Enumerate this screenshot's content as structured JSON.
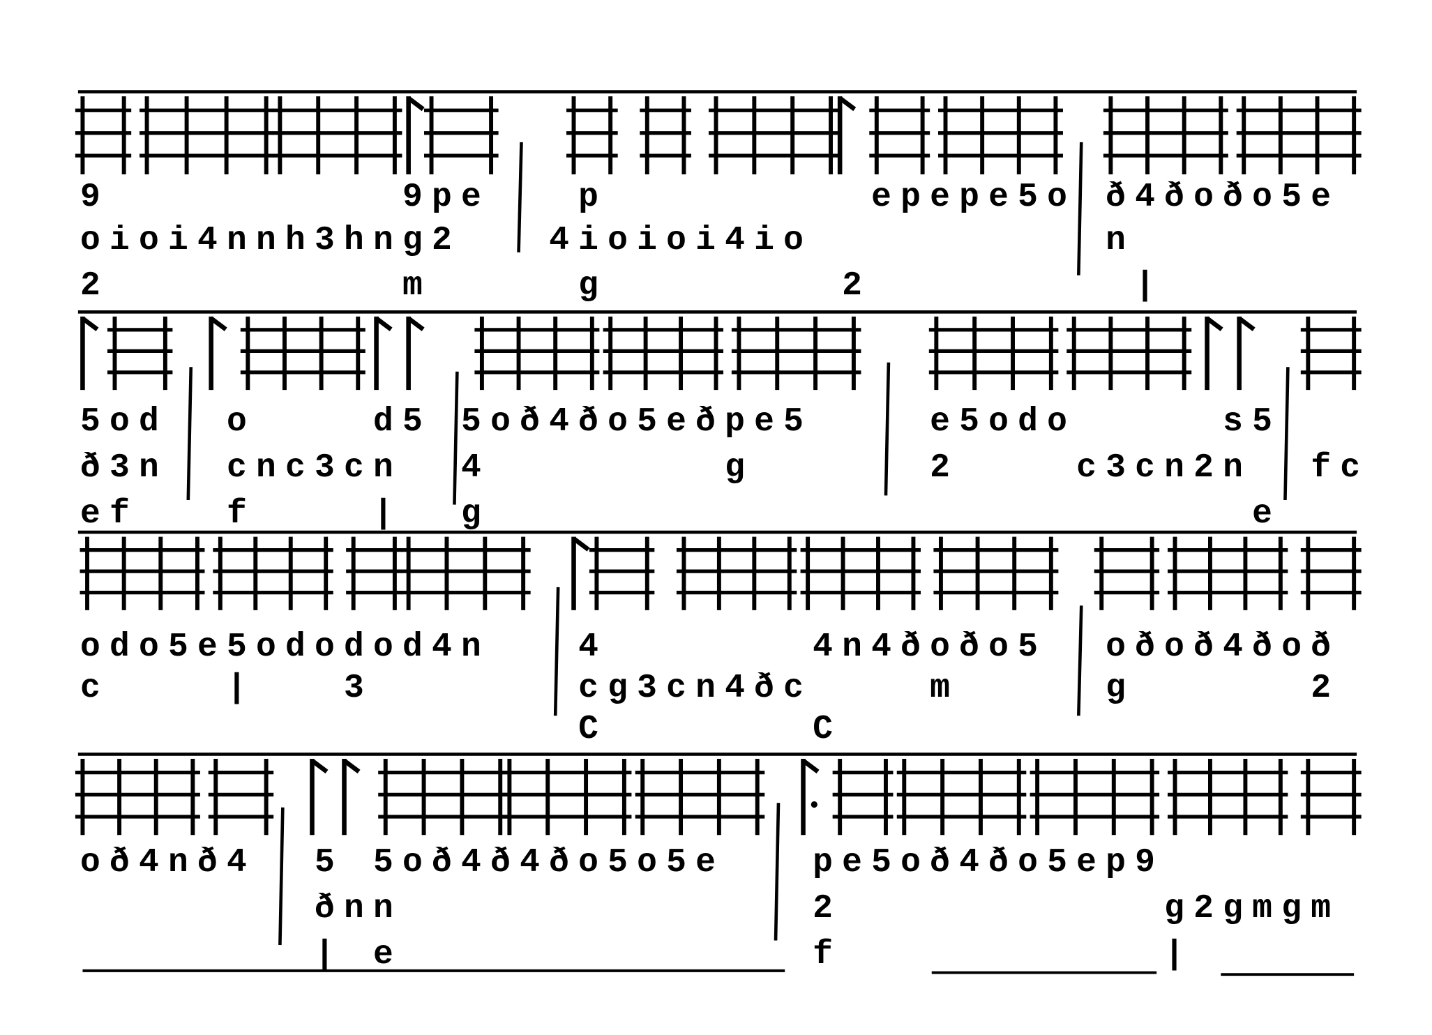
{
  "document": {
    "type": "German lute tablature",
    "systems": [
      {
        "rows": [
          "9          9pe   p         epepe5o ð4ðoðo5e",
          "oioi4nnh3hng2   4ioioi4io          n",
          "2          m     g        2         |"
        ]
      },
      {
        "rows": [
          "5od  o    d5 5oð4ðo5eðpe5    e5odo     s5",
          "ð3n  cnc3cn  4        g      2    c3cn2n  fc",
          "ef   f    |  g                          e"
        ]
      },
      {
        "rows": [
          "odo5e5ododod4n   4       4n4ðoðo5  oðoð4ðoð",
          "c    |   3       cg3cn4ðc    m     g      2",
          "                 C       C"
        ]
      },
      {
        "rows": [
          "oð4nð4  5 5oð4ð4ðo5o5e   pe5oð4ðo5ep9",
          "        ðnn              2           g2gmgm",
          "        | e              f           |"
        ]
      }
    ]
  }
}
